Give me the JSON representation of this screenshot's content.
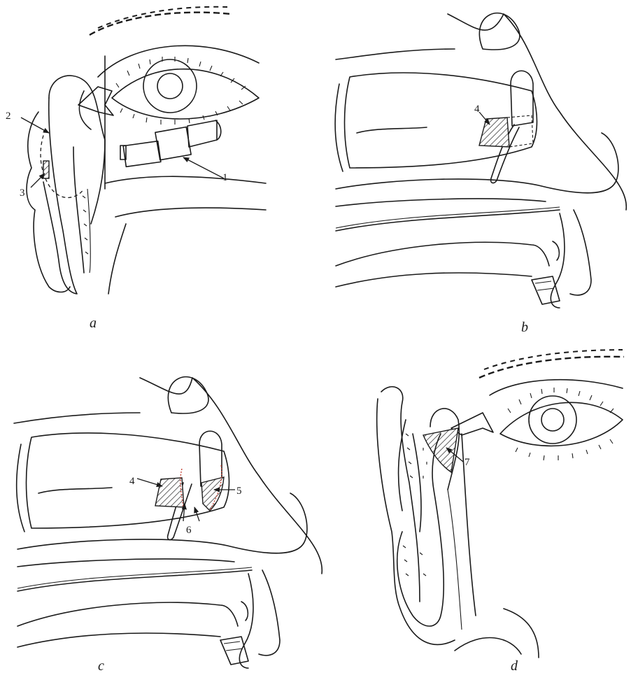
{
  "panels": [
    {
      "id": "a",
      "caption": "a",
      "labels": [
        "1",
        "2",
        "3"
      ]
    },
    {
      "id": "b",
      "caption": "b",
      "labels": [
        "4"
      ]
    },
    {
      "id": "c",
      "caption": "c",
      "labels": [
        "4",
        "5",
        "6"
      ]
    },
    {
      "id": "d",
      "caption": "d",
      "labels": [
        "7"
      ]
    }
  ]
}
